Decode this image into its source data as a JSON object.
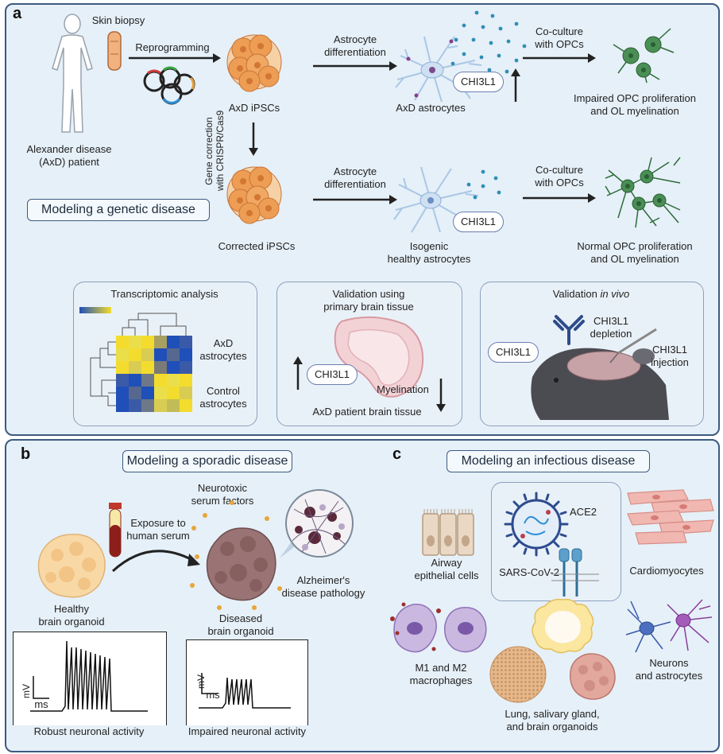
{
  "panel_a": {
    "letter": "a",
    "skin_biopsy": "Skin biopsy",
    "reprogramming": "Reprogramming",
    "patient_line1": "Alexander disease",
    "patient_line2": "(AxD) patient",
    "axd_ipscs": "AxD iPSCs",
    "gene_correction_line1": "Gene correction",
    "gene_correction_line2": "with CRISPR/Cas9",
    "corrected_ipscs": "Corrected iPSCs",
    "astro_diff_line1": "Astrocyte",
    "astro_diff_line2": "differentiation",
    "axd_astrocytes": "AxD astrocytes",
    "chi3l1": "CHI3L1",
    "coculture_line1": "Co-culture",
    "coculture_line2": "with OPCs",
    "impaired_line1": "Impaired OPC proliferation",
    "impaired_line2": "and OL myelination",
    "isogenic_line1": "Isogenic",
    "isogenic_line2": "healthy astrocytes",
    "normal_line1": "Normal OPC proliferation",
    "normal_line2": "and OL myelination",
    "title": "Modeling a genetic disease",
    "transcriptomic": {
      "title": "Transcriptomic analysis",
      "axd_line1": "AxD",
      "axd_line2": "astrocytes",
      "control_line1": "Control",
      "control_line2": "astrocytes",
      "colors": {
        "low": "#1f4fb8",
        "high": "#f3dc2e"
      }
    },
    "validation_primary": {
      "title_line1": "Validation using",
      "title_line2": "primary brain tissue",
      "chi3l1": "CHI3L1",
      "myelination": "Myelination",
      "tissue": "AxD patient brain tissue"
    },
    "validation_invivo": {
      "title_prefix": "Validation ",
      "title_italic": "in vivo",
      "chi3l1": "CHI3L1",
      "depletion_line1": "CHI3L1",
      "depletion_line2": "depletion",
      "injection_line1": "CHI3L1",
      "injection_line2": "injection"
    }
  },
  "panel_b": {
    "letter": "b",
    "title": "Modeling a sporadic disease",
    "neurotoxic_line1": "Neurotoxic",
    "neurotoxic_line2": "serum factors",
    "exposure_line1": "Exposure to",
    "exposure_line2": "human serum",
    "alz_line1": "Alzheimer's",
    "alz_line2": "disease pathology",
    "healthy_line1": "Healthy",
    "healthy_line2": "brain organoid",
    "diseased_line1": "Diseased",
    "diseased_line2": "brain organoid",
    "robust": "Robust neuronal activity",
    "impaired": "Impaired neuronal activity",
    "mv": "mV",
    "ms": "ms"
  },
  "panel_c": {
    "letter": "c",
    "title": "Modeling an infectious disease",
    "airway_line1": "Airway",
    "airway_line2": "epithelial cells",
    "sars": "SARS-CoV-2",
    "ace2": "ACE2",
    "cardiomyocytes": "Cardiomyocytes",
    "macrophages_line1": "M1 and M2",
    "macrophages_line2": "macrophages",
    "neurons_line1": "Neurons",
    "neurons_line2": "and astrocytes",
    "organoids_line1": "Lung, salivary gland,",
    "organoids_line2": "and brain organoids"
  }
}
